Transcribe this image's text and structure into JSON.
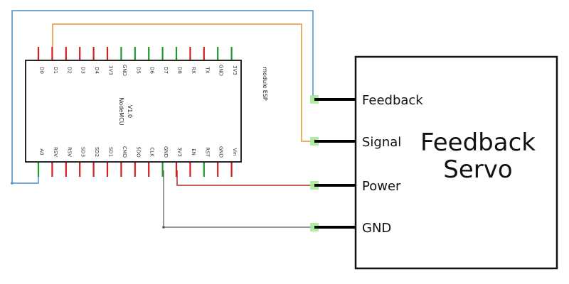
{
  "board": {
    "name": "NodeMCU",
    "version": "V1.0",
    "module_label": "module ESP",
    "top_pins": [
      {
        "label": "D0",
        "color": "#d21e1e"
      },
      {
        "label": "D1",
        "color": "#d21e1e"
      },
      {
        "label": "D2",
        "color": "#d21e1e"
      },
      {
        "label": "D3",
        "color": "#d21e1e"
      },
      {
        "label": "D4",
        "color": "#d21e1e"
      },
      {
        "label": "3V3",
        "color": "#d21e1e"
      },
      {
        "label": "GND",
        "color": "#1e9a2e"
      },
      {
        "label": "D5",
        "color": "#1e9a2e"
      },
      {
        "label": "D6",
        "color": "#1e9a2e"
      },
      {
        "label": "D7",
        "color": "#1e9a2e"
      },
      {
        "label": "D8",
        "color": "#1e9a2e"
      },
      {
        "label": "RX",
        "color": "#d21e1e"
      },
      {
        "label": "TX",
        "color": "#d21e1e"
      },
      {
        "label": "GND",
        "color": "#1e9a2e"
      },
      {
        "label": "3V3",
        "color": "#1e9a2e"
      }
    ],
    "bottom_pins": [
      {
        "label": "A0",
        "color": "#1e9a2e"
      },
      {
        "label": "RSV",
        "color": "#d21e1e"
      },
      {
        "label": "RSV",
        "color": "#d21e1e"
      },
      {
        "label": "SD3",
        "color": "#d21e1e"
      },
      {
        "label": "SD2",
        "color": "#d21e1e"
      },
      {
        "label": "SD1",
        "color": "#d21e1e"
      },
      {
        "label": "CMD",
        "color": "#d21e1e"
      },
      {
        "label": "SDO",
        "color": "#d21e1e"
      },
      {
        "label": "CLK",
        "color": "#d21e1e"
      },
      {
        "label": "GND",
        "color": "#1e9a2e"
      },
      {
        "label": "3V3",
        "color": "#d21e1e"
      },
      {
        "label": "EN",
        "color": "#d21e1e"
      },
      {
        "label": "RST",
        "color": "#1e9a2e"
      },
      {
        "label": "GND",
        "color": "#d21e1e"
      },
      {
        "label": "Vin",
        "color": "#d21e1e"
      }
    ]
  },
  "servo": {
    "title_line1": "Feedback",
    "title_line2": "Servo",
    "ports": [
      {
        "label": "Feedback"
      },
      {
        "label": "Signal"
      },
      {
        "label": "Power"
      },
      {
        "label": "GND"
      }
    ]
  },
  "wires": [
    {
      "id": "feedback-wire",
      "from": "A0",
      "to": "Feedback",
      "color": "#4a8fc8"
    },
    {
      "id": "signal-wire",
      "from": "D1",
      "to": "Signal",
      "color": "#e8922e"
    },
    {
      "id": "power-wire",
      "from": "3V3",
      "to": "Power",
      "color": "#b52a2a"
    },
    {
      "id": "gnd-wire",
      "from": "GND",
      "to": "GND",
      "color": "#555555"
    }
  ]
}
